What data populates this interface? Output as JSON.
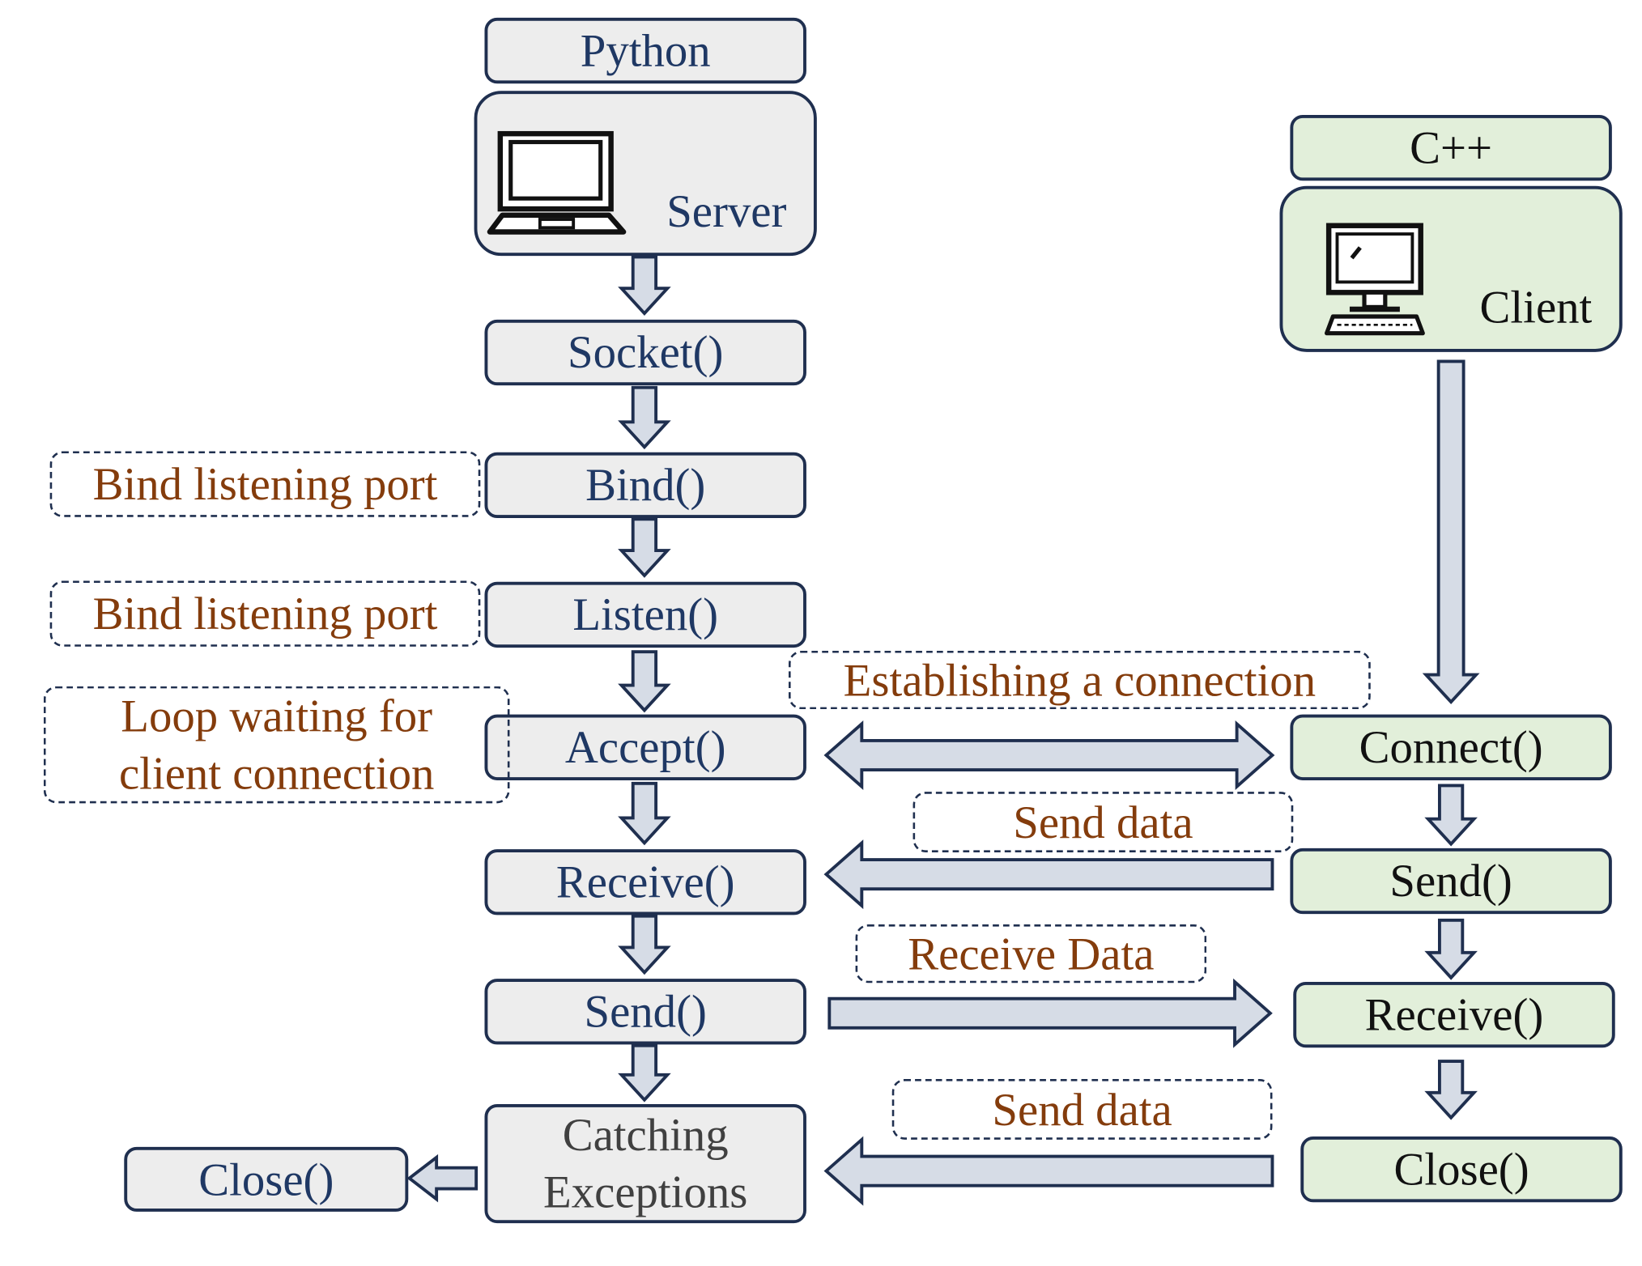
{
  "server": {
    "language": "Python",
    "title": "Server",
    "icon": "laptop-icon",
    "steps": [
      "Socket()",
      "Bind()",
      "Listen()",
      "Accept()",
      "Receive()",
      "Send()",
      "Catching\nExceptions"
    ],
    "close": "Close()"
  },
  "client": {
    "language": "C++",
    "title": "Client",
    "icon": "desktop-computer-icon",
    "steps": [
      "Connect()",
      "Send()",
      "Receive()",
      "Close()"
    ]
  },
  "notes": {
    "bind": "Bind listening port",
    "listen": "Bind listening port",
    "accept": "Loop waiting for\nclient connection",
    "connection": "Establishing a connection",
    "client_send": "Send data",
    "server_send": "Receive Data",
    "close": "Send data"
  },
  "colors": {
    "server_fill": "#ededed",
    "client_fill": "#e2efda",
    "outline": "#1f2f4f",
    "arrow_fill": "#d6dce6",
    "server_text": "#1f3864",
    "note_text": "#843c0c"
  }
}
